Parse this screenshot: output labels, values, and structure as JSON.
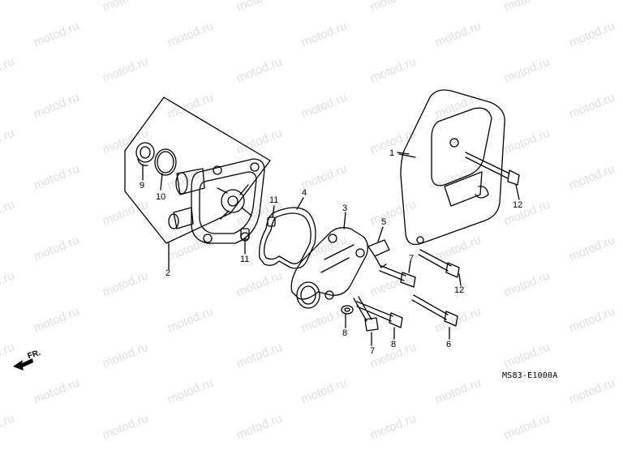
{
  "watermark": "motod.ru",
  "diagram_code": "MS83-E1000A",
  "direction_label": "FR.",
  "callouts": [
    {
      "id": "c1",
      "text": "1"
    },
    {
      "id": "c2",
      "text": "2"
    },
    {
      "id": "c3",
      "text": "3"
    },
    {
      "id": "c4",
      "text": "4"
    },
    {
      "id": "c5",
      "text": "5"
    },
    {
      "id": "c6",
      "text": "6"
    },
    {
      "id": "c7a",
      "text": "7"
    },
    {
      "id": "c7b",
      "text": "7"
    },
    {
      "id": "c8",
      "text": "8"
    },
    {
      "id": "c8b",
      "text": "8"
    },
    {
      "id": "c9",
      "text": "9"
    },
    {
      "id": "c10",
      "text": "10"
    },
    {
      "id": "c11a",
      "text": "11"
    },
    {
      "id": "c11b",
      "text": "11"
    },
    {
      "id": "c12a",
      "text": "12"
    },
    {
      "id": "c12b",
      "text": "12"
    }
  ]
}
